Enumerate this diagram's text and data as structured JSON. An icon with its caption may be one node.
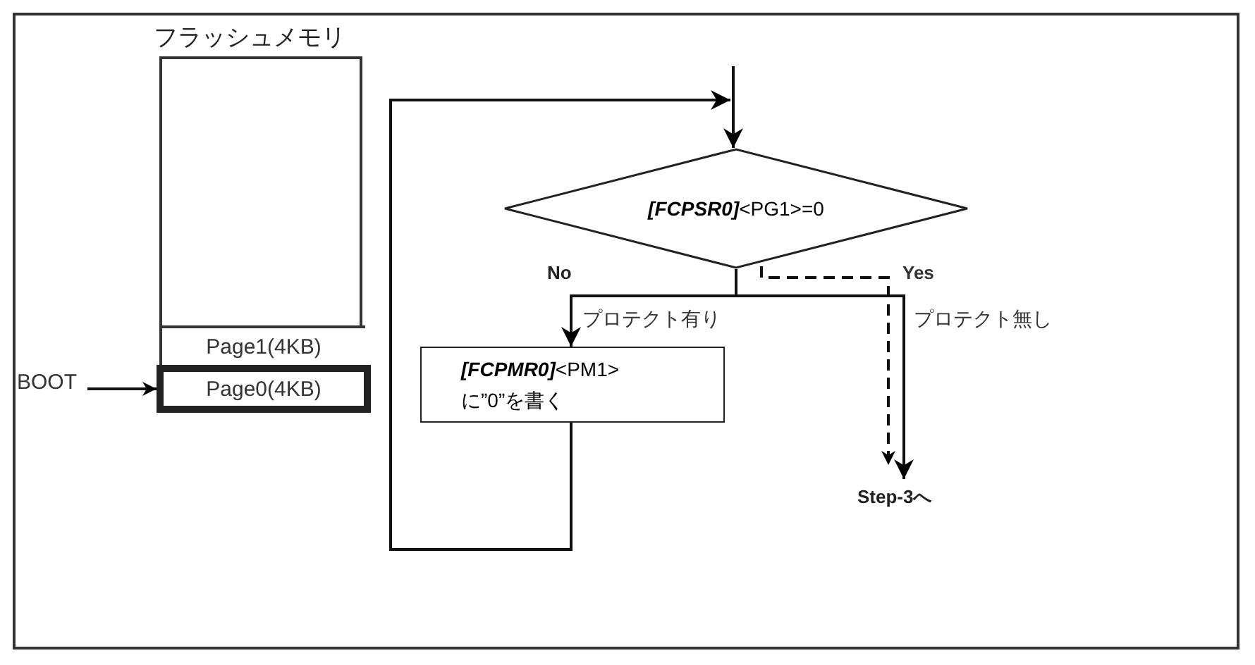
{
  "diagram": {
    "nodes": [
      {
        "text": [
          "フラッシュメモリ"
        ]
      },
      {
        "text": [
          "Page1(4KB)"
        ],
        "in": 0
      },
      {
        "text": [
          "Page0(4KB)"
        ],
        "in": 0
      },
      {
        "text": [
          "BOOT"
        ]
      },
      {
        "text": [
          "**[FCPSR0]**<PG1>=0"
        ]
      },
      {
        "text": [
          "**[FCPMR0]**<PM1>に”0”を書く"
        ]
      },
      {
        "text": [
          "Step-3へ"
        ]
      }
    ],
    "edges": [
      {
        "from": 3,
        "to": 2,
        "arrow": "to"
      },
      {
        "from": null,
        "to": 4,
        "arrow": "to"
      },
      {
        "from": 4,
        "to": 5,
        "arrow": "to",
        "label": "プロテクト有り"
      },
      {
        "from": 4,
        "to": 6,
        "arrow": "to",
        "label": "プロテクト無し"
      },
      {
        "from": 4,
        "to": 6,
        "arrow": "to",
        "label": "Yes",
        "style": "dashed"
      },
      {
        "from": 5,
        "to": 4,
        "arrow": "to"
      }
    ],
    "labels": [
      "No"
    ]
  }
}
